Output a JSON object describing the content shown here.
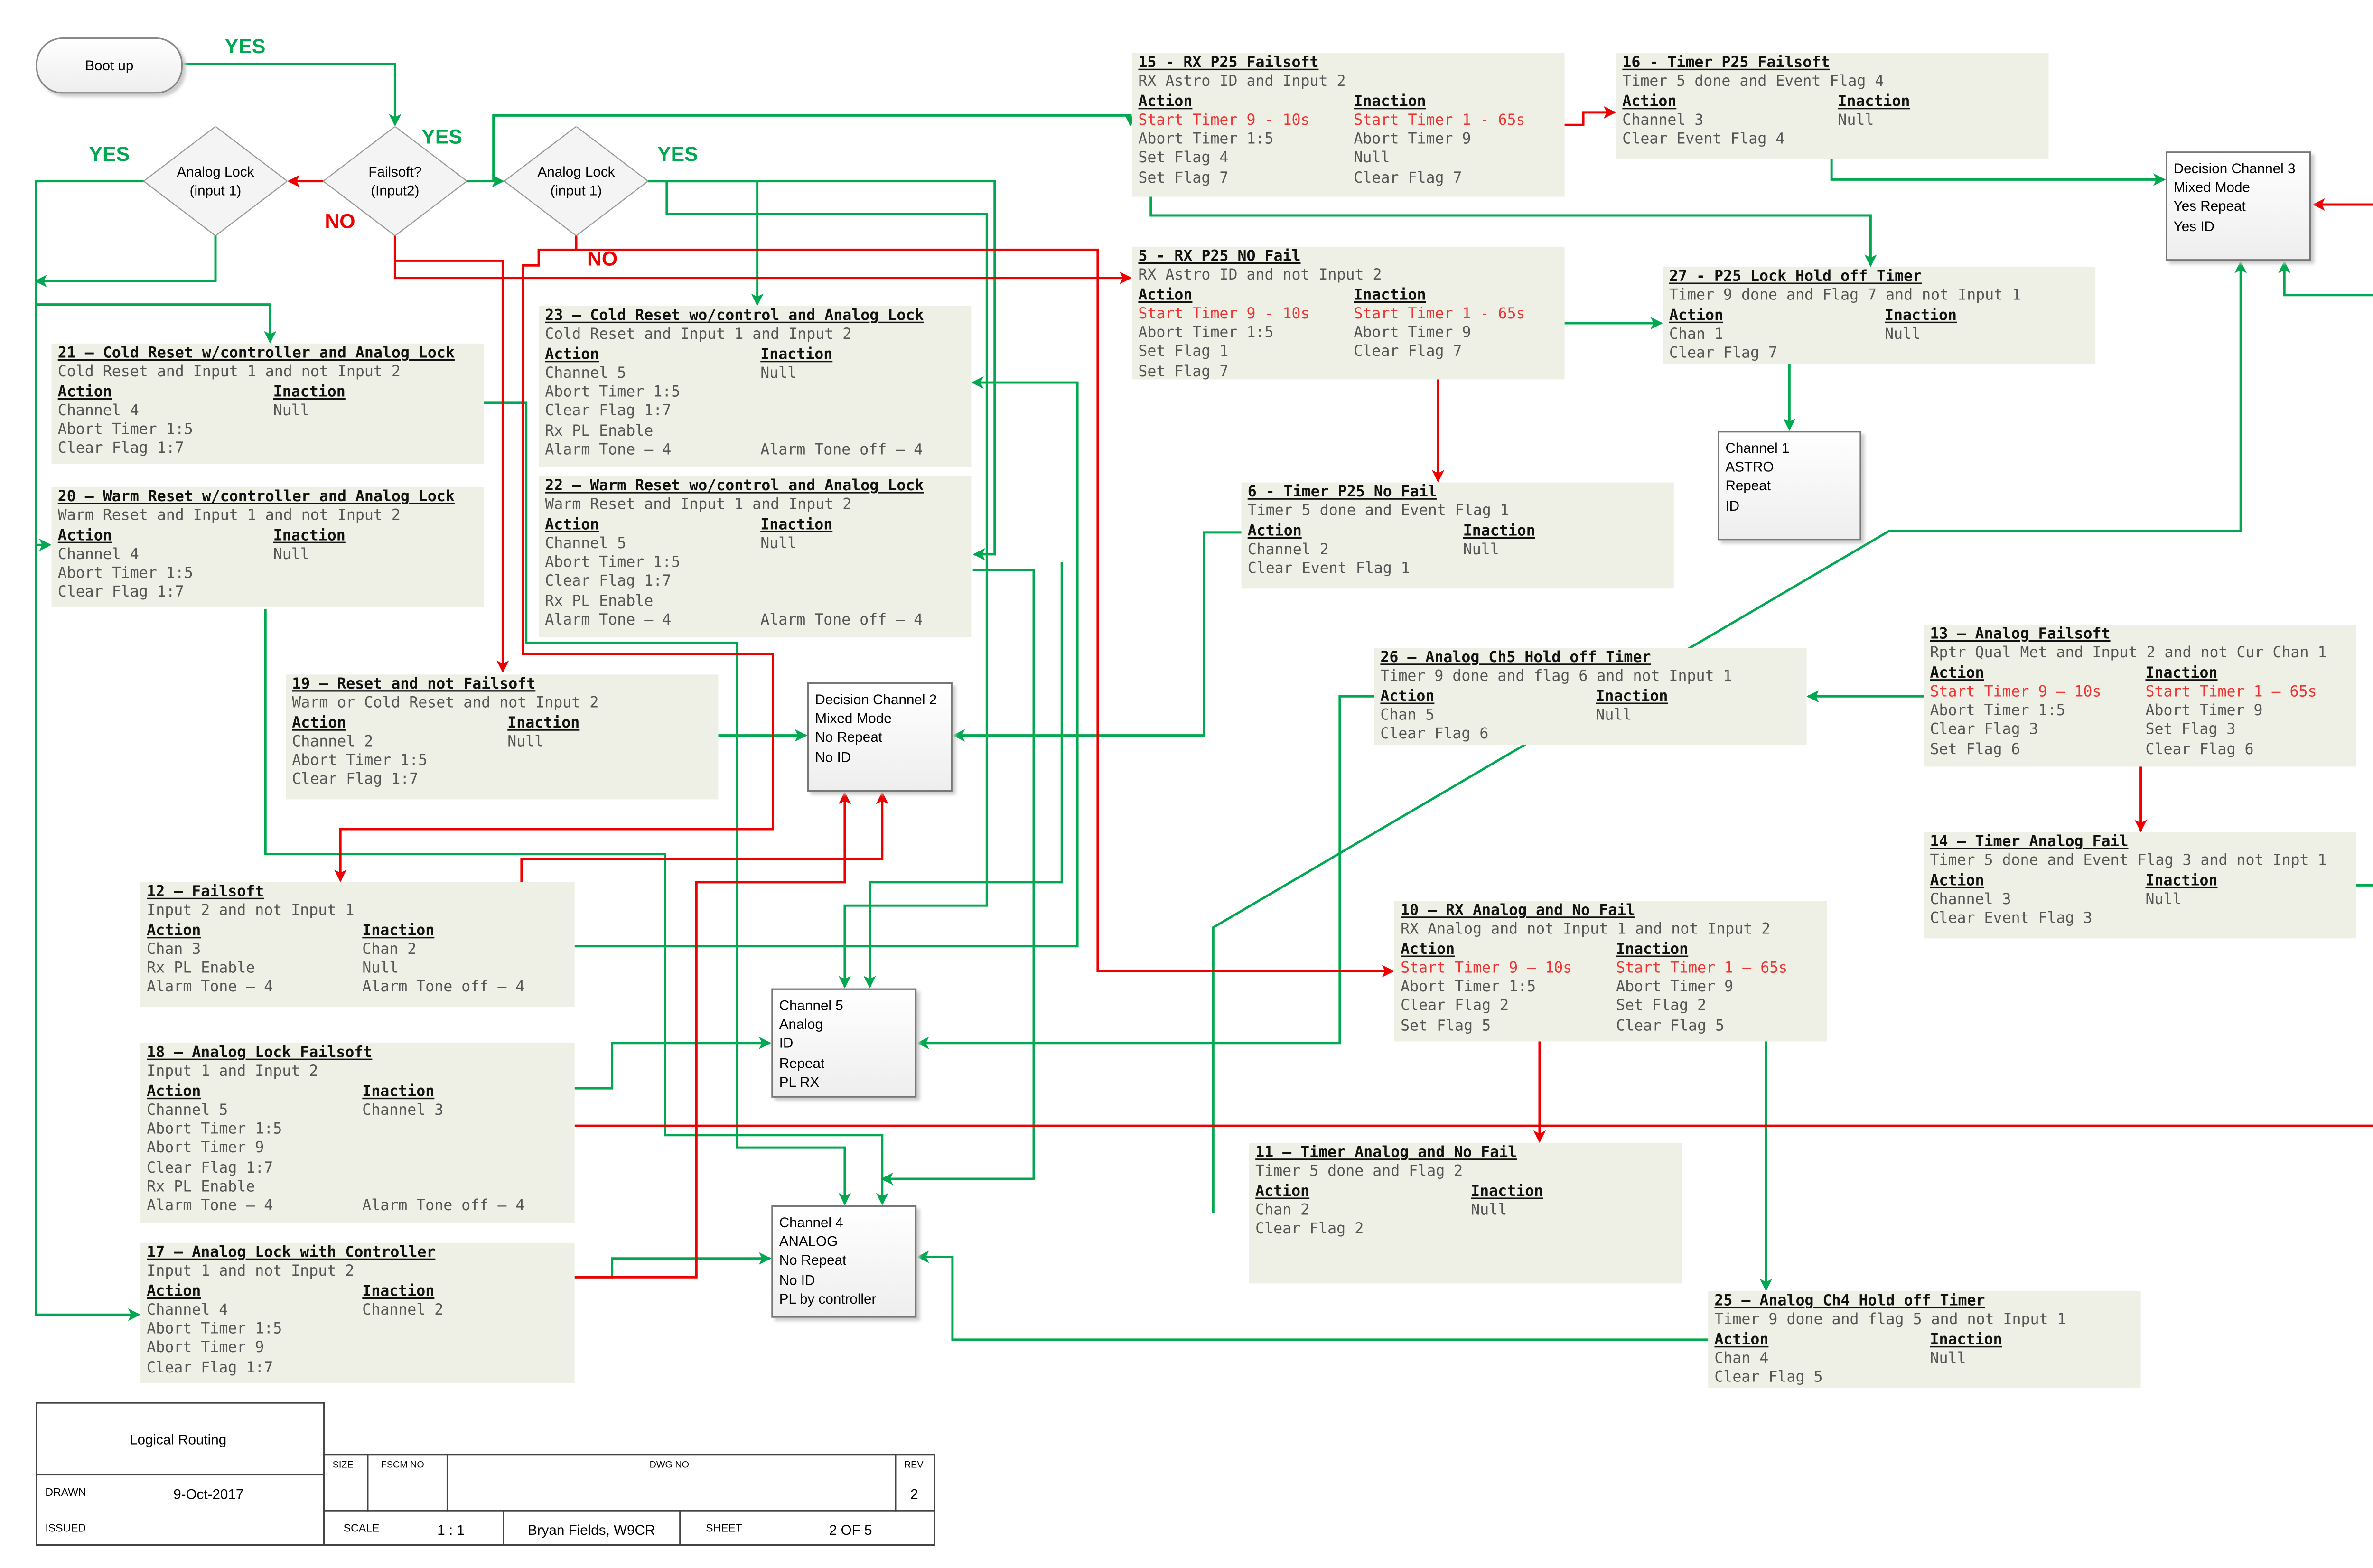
{
  "start": {
    "label": "Boot up"
  },
  "decisions": [
    {
      "line1": "Analog Lock",
      "line2": "(input 1)"
    },
    {
      "line1": "Failsoft?",
      "line2": "(Input2)"
    },
    {
      "line1": "Analog Lock",
      "line2": "(input 1)"
    }
  ],
  "branch_labels": {
    "yes": "YES",
    "no": "NO"
  },
  "colors": {
    "yes": "#00a94f",
    "no": "#ee0000",
    "box": "#eef0e6",
    "timer_text": "#ee3333"
  },
  "headers": {
    "action": "Action",
    "inaction": "Inaction"
  },
  "states": {
    "s21": {
      "title": "21 – Cold Reset w/controller and Analog Lock",
      "condition": "Cold Reset and Input 1 and not Input 2",
      "action": [
        "Channel 4",
        "Abort Timer 1:5",
        "Clear Flag 1:7"
      ],
      "inaction": [
        "Null"
      ]
    },
    "s20": {
      "title": "20 – Warm Reset w/controller and Analog Lock",
      "condition": "Warm Reset and Input 1 and not Input 2",
      "action": [
        "Channel 4",
        "Abort Timer 1:5",
        "Clear Flag 1:7"
      ],
      "inaction": [
        "Null"
      ]
    },
    "s23": {
      "title": "23 – Cold Reset wo/control and Analog Lock",
      "condition": "Cold Reset and Input 1 and Input 2",
      "action": [
        "Channel 5",
        "Abort Timer 1:5",
        "Clear Flag 1:7",
        "Rx PL Enable",
        "Alarm Tone – 4"
      ],
      "inaction": [
        "Null",
        "",
        "",
        "",
        "Alarm Tone off – 4"
      ]
    },
    "s22": {
      "title": "22 – Warm Reset wo/control and Analog Lock",
      "condition": "Warm Reset and Input 1 and Input 2",
      "action": [
        "Channel 5",
        "Abort Timer 1:5",
        "Clear Flag 1:7",
        "Rx PL Enable",
        "Alarm Tone – 4"
      ],
      "inaction": [
        "Null",
        "",
        "",
        "",
        "Alarm Tone off – 4"
      ]
    },
    "s19": {
      "title": "19 – Reset and not Failsoft",
      "condition": "Warm or Cold Reset and not Input 2",
      "action": [
        "Channel 2",
        "Abort Timer 1:5",
        "Clear Flag 1:7"
      ],
      "inaction": [
        "Null"
      ]
    },
    "s12": {
      "title": "12 – Failsoft",
      "condition": "Input 2 and not Input 1",
      "action": [
        "Chan 3",
        "Rx PL Enable",
        "Alarm Tone – 4"
      ],
      "inaction": [
        "Chan 2",
        "Null",
        "Alarm Tone off – 4"
      ]
    },
    "s18": {
      "title": "18 – Analog Lock Failsoft",
      "condition": "Input 1 and Input 2",
      "action": [
        "Channel 5",
        "Abort Timer 1:5",
        "Abort Timer 9",
        "Clear Flag 1:7",
        "Rx PL Enable",
        "Alarm Tone – 4"
      ],
      "inaction": [
        "Channel 3",
        "",
        "",
        "",
        "",
        "Alarm Tone off – 4"
      ]
    },
    "s17": {
      "title": "17 – Analog Lock with Controller",
      "condition": "Input 1 and not Input 2",
      "action": [
        "Channel 4",
        "Abort Timer 1:5",
        "Abort Timer 9",
        "Clear Flag 1:7"
      ],
      "inaction": [
        "Channel 2"
      ]
    },
    "s15": {
      "title": "15 - RX P25 Failsoft",
      "condition": "RX Astro ID and Input 2",
      "action": [
        "Start Timer 9 - 10s",
        "Abort Timer 1:5",
        "Set Flag 4",
        "Set Flag 7"
      ],
      "inaction": [
        "Start Timer 1 - 65s",
        "Abort Timer 9",
        "Null",
        "Clear Flag 7"
      ]
    },
    "s16": {
      "title": "16 - Timer P25 Failsoft",
      "condition": "Timer 5 done and Event Flag 4",
      "action": [
        "Channel 3",
        "Clear Event Flag 4"
      ],
      "inaction": [
        "Null"
      ]
    },
    "s5": {
      "title": "5 - RX P25 NO Fail",
      "condition": "RX Astro ID and not Input 2",
      "action": [
        "Start Timer 9 - 10s",
        "Abort Timer 1:5",
        "Set Flag 1",
        "Set Flag 7"
      ],
      "inaction": [
        "Start Timer 1 - 65s",
        "Abort Timer 9",
        "Clear Flag 7"
      ]
    },
    "s27": {
      "title": "27 - P25 Lock Hold off Timer",
      "condition": "Timer 9 done and Flag 7 and not Input 1",
      "action": [
        "Chan 1",
        "Clear Flag 7"
      ],
      "inaction": [
        "Null"
      ]
    },
    "s6": {
      "title": "6 - Timer P25 No Fail",
      "condition": "Timer 5 done and Event Flag 1",
      "action": [
        "Channel 2",
        "Clear Event Flag 1"
      ],
      "inaction": [
        "Null"
      ]
    },
    "s26": {
      "title": "26 – Analog Ch5 Hold off Timer",
      "condition": "Timer 9 done and flag 6 and not Input 1",
      "action": [
        "Chan 5",
        "Clear Flag 6"
      ],
      "inaction": [
        "Null"
      ]
    },
    "s13": {
      "title": "13 – Analog Failsoft",
      "condition": "Rptr Qual Met and Input 2 and not Cur Chan 1",
      "action": [
        "Start Timer 9 – 10s",
        "Abort Timer 1:5",
        "Clear Flag 3",
        "Set Flag 6"
      ],
      "inaction": [
        "Start Timer 1 – 65s",
        "Abort Timer 9",
        "Set Flag 3",
        "Clear Flag 6"
      ]
    },
    "s14": {
      "title": "14 – Timer Analog Fail",
      "condition": "Timer 5 done and Event Flag 3 and not Inpt 1",
      "action": [
        "Channel 3",
        "Clear Event Flag 3"
      ],
      "inaction": [
        "Null"
      ]
    },
    "s10": {
      "title": "10 – RX Analog and No Fail",
      "condition": "RX Analog and not Input 1 and not Input 2",
      "action": [
        "Start Timer 9 – 10s",
        "Abort Timer 1:5",
        "Clear Flag 2",
        "Set Flag 5"
      ],
      "inaction": [
        "Start Timer 1 – 65s",
        "Abort Timer 9",
        "Set Flag 2",
        "Clear Flag 5"
      ]
    },
    "s11": {
      "title": "11 – Timer Analog and No Fail",
      "condition": "Timer 5 done and Flag 2",
      "action": [
        "Chan 2",
        "Clear Flag 2"
      ],
      "inaction": [
        "Null"
      ]
    },
    "s25": {
      "title": "25 – Analog Ch4 Hold off Timer",
      "condition": "Timer 9 done and flag 5 and not Input 1",
      "action": [
        "Chan 4",
        "Clear Flag 5"
      ],
      "inaction": [
        "Null"
      ]
    }
  },
  "outputs": {
    "ch2": [
      "Decision Channel 2",
      "Mixed Mode",
      "No Repeat",
      "No ID"
    ],
    "ch3": [
      "Decision Channel 3",
      "Mixed Mode",
      "Yes Repeat",
      "Yes ID"
    ],
    "ch1": [
      "Channel 1",
      "ASTRO",
      "Repeat",
      "ID"
    ],
    "ch5": [
      "Channel 5",
      "Analog",
      "ID",
      "Repeat",
      "PL RX"
    ],
    "ch4": [
      "Channel 4",
      "ANALOG",
      "No Repeat",
      "No ID",
      "PL by controller"
    ]
  },
  "title_block": {
    "title": "Logical Routing",
    "drawn_label": "DRAWN",
    "drawn": "9-Oct-2017",
    "size_label": "SIZE",
    "fscm_label": "FSCM NO",
    "dwg_label": "DWG NO",
    "rev_label": "REV",
    "rev": "2",
    "issued_label": "ISSUED",
    "scale_label": "SCALE",
    "scale": "1 : 1",
    "author": "Bryan Fields, W9CR",
    "sheet_label": "SHEET",
    "sheet": "2 OF 5"
  }
}
